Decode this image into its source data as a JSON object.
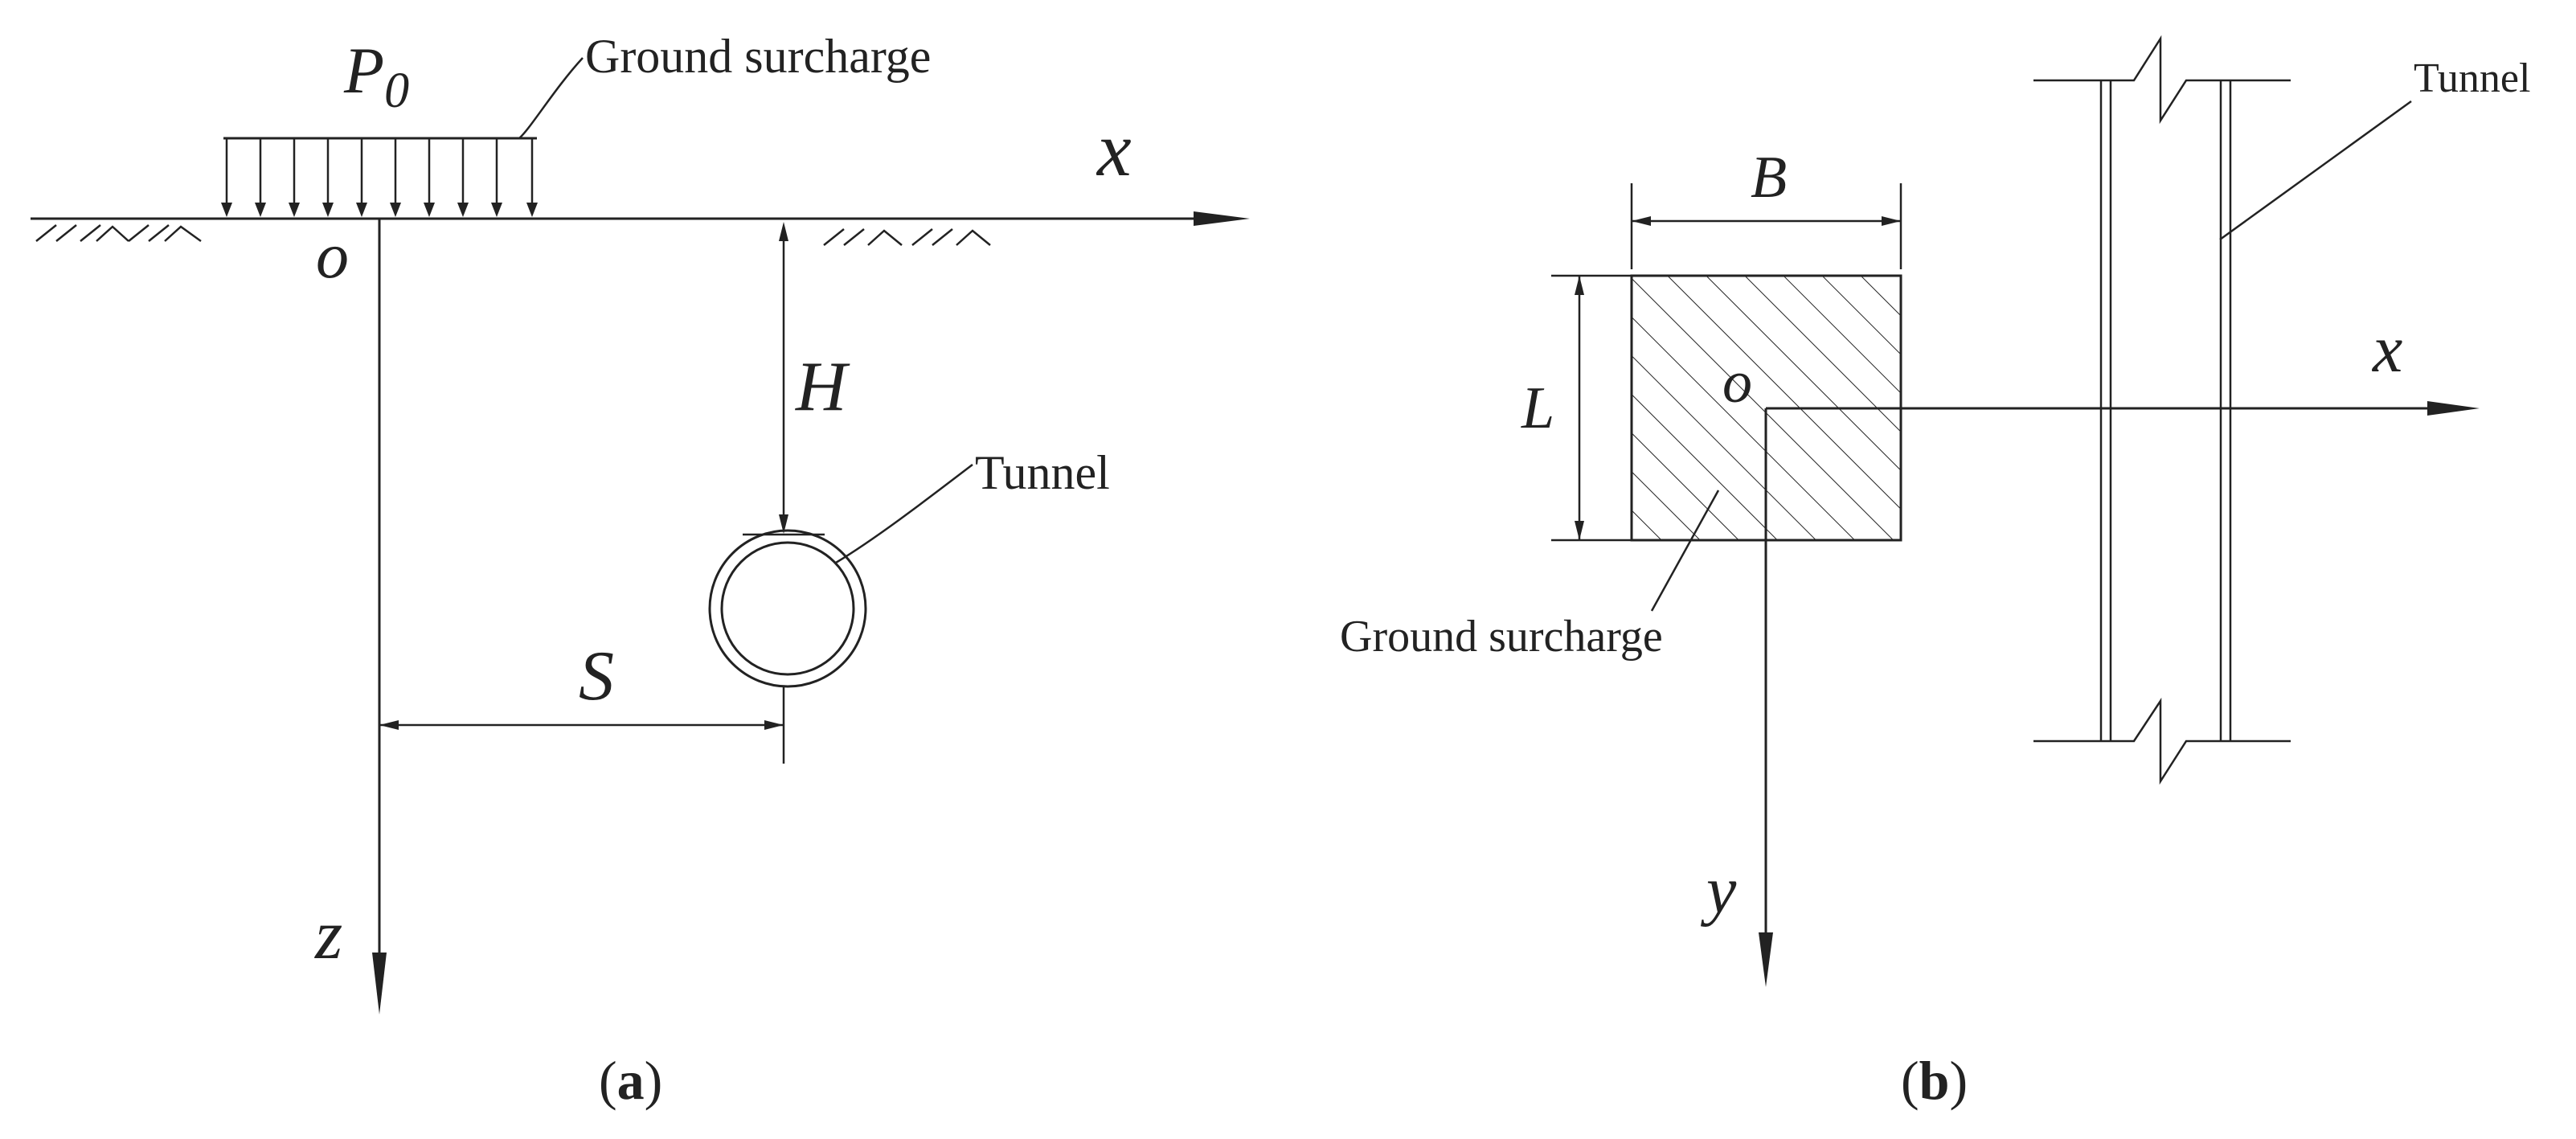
{
  "panel_a": {
    "load_symbol": "P",
    "load_subscript": "0",
    "surcharge_label": "Ground surcharge",
    "origin_label": "o",
    "x_axis_label": "x",
    "z_axis_label": "z",
    "depth_label": "H",
    "offset_label": "S",
    "tunnel_label": "Tunnel",
    "caption_open": "(",
    "caption_letter": "a",
    "caption_close": ")"
  },
  "panel_b": {
    "width_label": "B",
    "length_label": "L",
    "origin_label": "o",
    "x_axis_label": "x",
    "y_axis_label": "y",
    "tunnel_label": "Tunnel",
    "surcharge_label": "Ground surcharge",
    "caption_open": "(",
    "caption_letter": "b",
    "caption_close": ")"
  },
  "colors": {
    "ink": "#222222",
    "background": "#ffffff"
  }
}
